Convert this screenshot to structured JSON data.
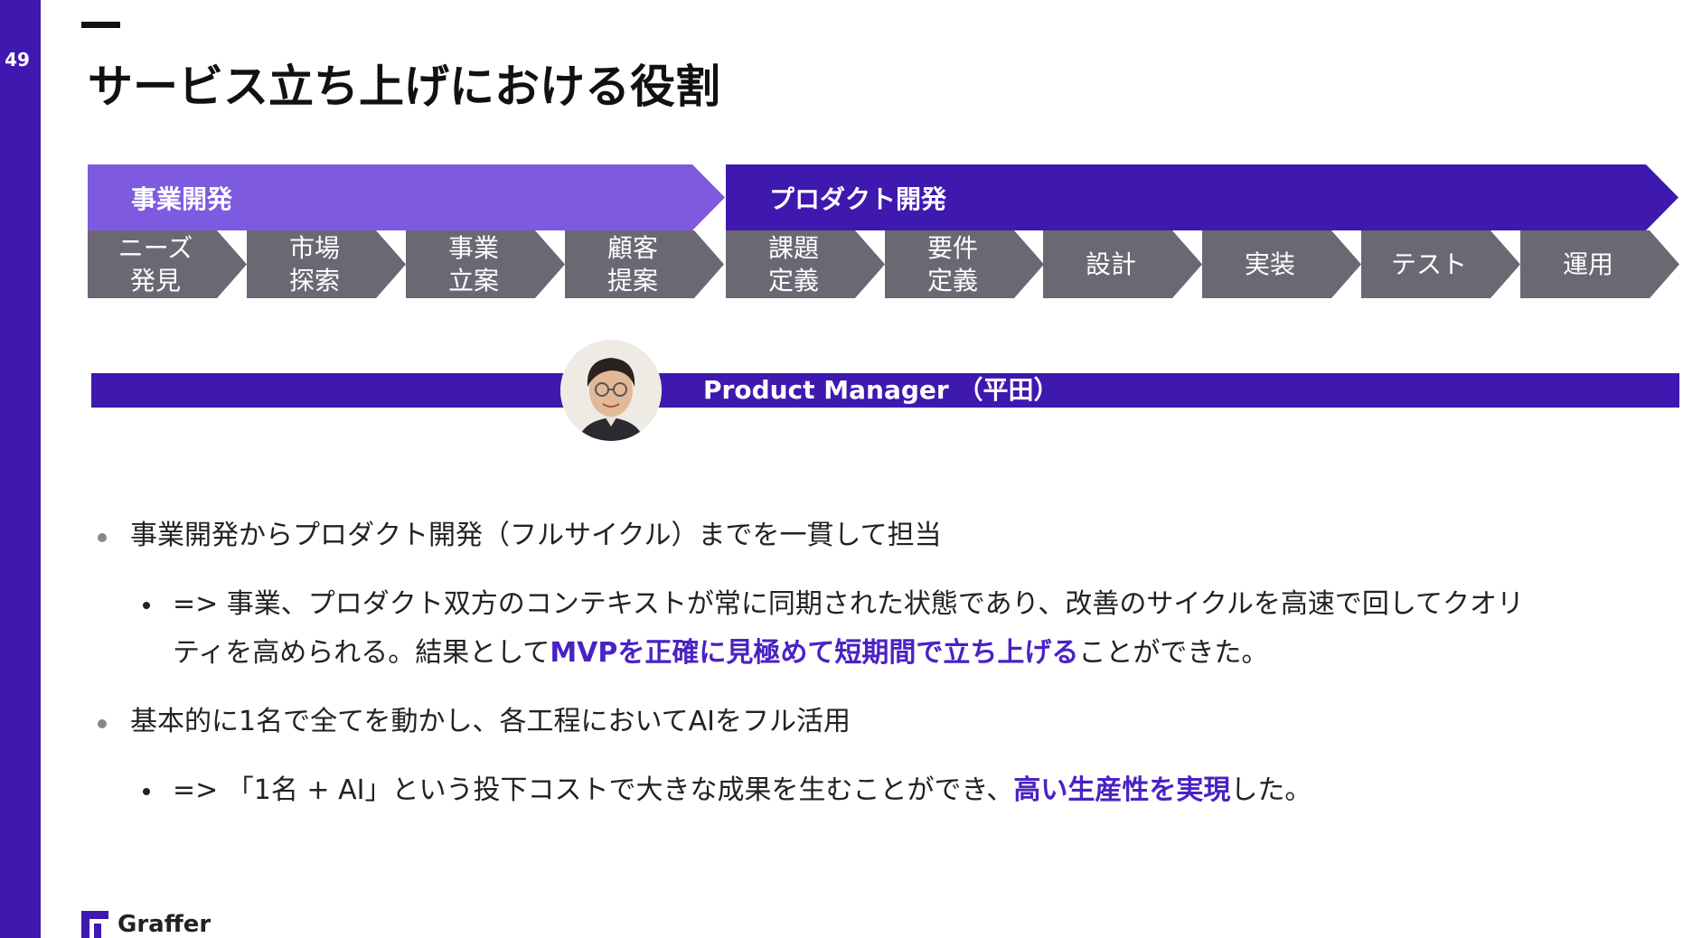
{
  "slide": {
    "page_number": "49",
    "title": "サービス立ち上げにおける役割"
  },
  "phases": [
    {
      "label": "事業開発",
      "color": "#7d5ae0"
    },
    {
      "label": "プロダクト開発",
      "color": "#3f18b0"
    }
  ],
  "steps": [
    "ニーズ\n発見",
    "市場\n探索",
    "事業\n立案",
    "顧客\n提案",
    "課題\n定義",
    "要件\n定義",
    "設計",
    "実装",
    "テスト",
    "運用"
  ],
  "role": {
    "label": "Product Manager （平田）"
  },
  "bullets": [
    {
      "text": "事業開発からプロダクト開発（フルサイクル）までを一貫して担当",
      "sub": {
        "pre": "=> 事業、プロダクト双方のコンテキストが常に同期された状態であり、改善のサイクルを高速で回してクオリティを高められる。結果として",
        "highlight": "MVPを正確に見極めて短期間で立ち上げる",
        "post": "ことができた。"
      }
    },
    {
      "text": "基本的に1名で全てを動かし、各工程においてAIをフル活用",
      "sub": {
        "pre": "=> 「1名 + AI」という投下コストで大きな成果を生むことができ、",
        "highlight": "高い生産性を実現",
        "post": "した。"
      }
    }
  ],
  "footer": {
    "logo": "Graffer"
  },
  "colors": {
    "accent": "#3f18b0",
    "accent_light": "#7d5ae0",
    "step_gray": "#6b6874",
    "highlight": "#4a22c4"
  }
}
